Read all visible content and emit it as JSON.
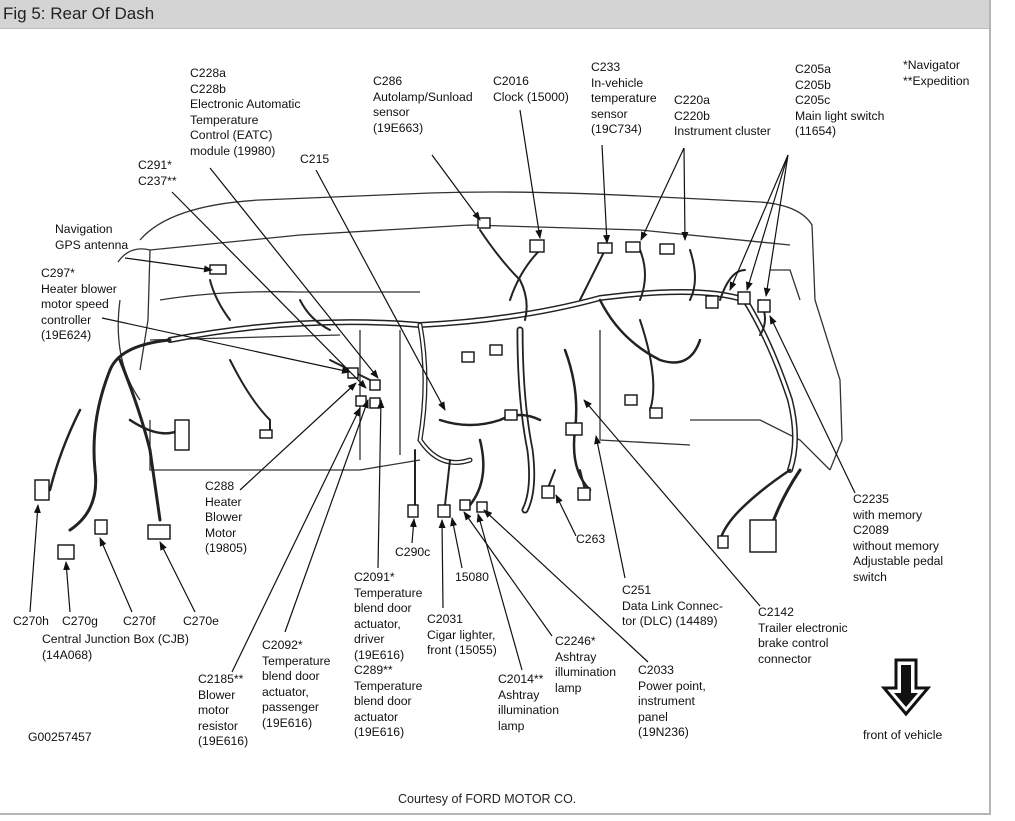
{
  "title": "Fig 5: Rear Of Dash",
  "courtesy": "Courtesy of FORD MOTOR CO.",
  "figure_id": "G00257457",
  "notes": {
    "navigator": "*Navigator",
    "expedition": "**Expedition"
  },
  "front_arrow_label": "front of vehicle",
  "labels": {
    "c228": "C228a\nC228b\nElectronic Automatic\nTemperature\nControl (EATC)\nmodule (19980)",
    "c286": "C286\nAutolamp/Sunload\nsensor\n(19E663)",
    "c2016": "C2016\nClock (15000)",
    "c233": "C233\nIn-vehicle\ntemperature\nsensor\n(19C734)",
    "c220": "C220a\nC220b\nInstrument cluster",
    "c205": "C205a\nC205b\nC205c\nMain light switch\n(11654)",
    "c291": "C291*\nC237**",
    "c215": "C215",
    "nav_gps": "Navigation\nGPS antenna",
    "c297": "C297*\nHeater blower\nmotor speed\ncontroller\n(19E624)",
    "c288": "C288\nHeater\nBlower\nMotor\n(19805)",
    "c290c": "C290c",
    "c15080": "15080",
    "c263": "C263",
    "c2235": "C2235\nwith memory\nC2089\nwithout memory\nAdjustable pedal\nswitch",
    "c270h": "C270h",
    "c270g": "C270g",
    "c270f": "C270f",
    "c270e": "C270e",
    "cjb": "Central Junction Box (CJB)\n(14A068)",
    "c2091": "C2091*\nTemperature\nblend door\nactuator,\ndriver\n(19E616)\nC289**\nTemperature\nblend door\nactuator\n(19E616)",
    "c2092": "C2092*\nTemperature\nblend door\nactuator,\npassenger\n(19E616)",
    "c2185": "C2185**\nBlower\nmotor\nresistor\n(19E616)",
    "c2031": "C2031\nCigar lighter,\nfront (15055)",
    "c2246": "C2246*\nAshtray\nillumination\nlamp",
    "c2014": "C2014**\nAshtray\nillumination\nlamp",
    "c2033": "C2033\nPower point,\ninstrument\npanel\n(19N236)",
    "c251": "C251\nData Link Connec-\ntor (DLC) (14489)",
    "c2142": "C2142\nTrailer electronic\nbrake control\nconnector"
  }
}
